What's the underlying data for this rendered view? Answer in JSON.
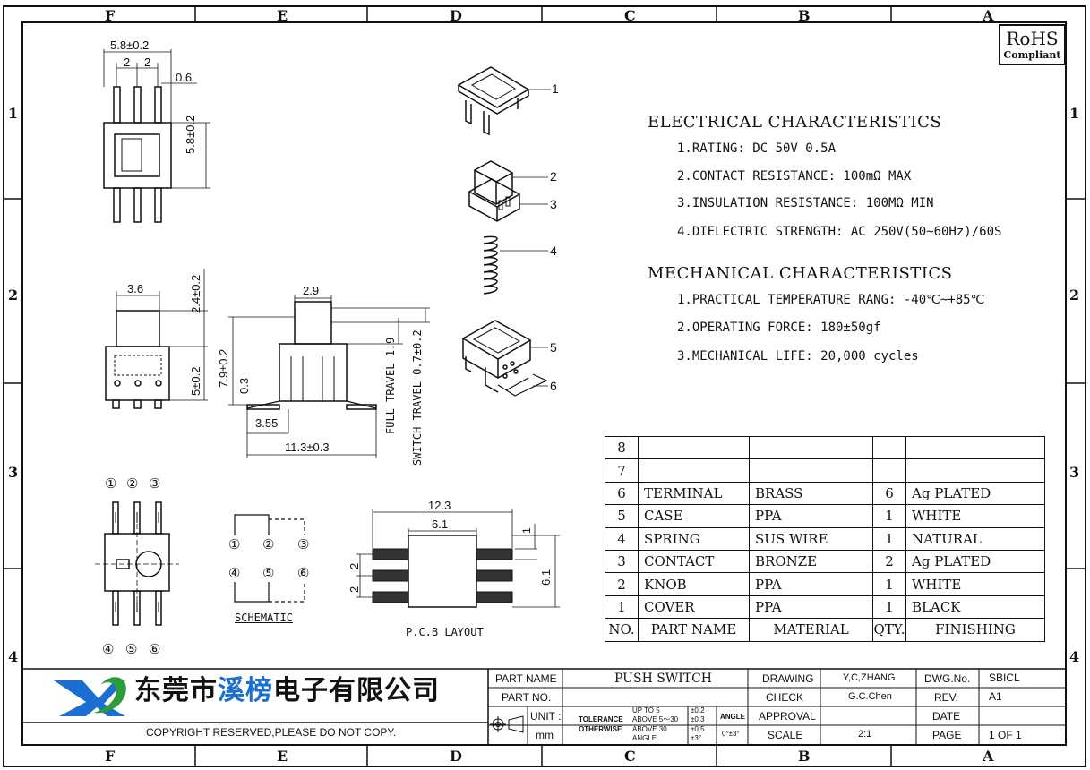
{
  "zones": {
    "columns": [
      "F",
      "E",
      "D",
      "C",
      "B",
      "A"
    ],
    "rows": [
      "1",
      "2",
      "3",
      "4"
    ]
  },
  "rohs": {
    "title": "RoHS",
    "subtitle": "Compliant"
  },
  "dims": {
    "top_width": "5.8±0.2",
    "pitch_left": "2",
    "pitch_right": "2",
    "pin_width": "0.6",
    "top_height": "5.8±0.2",
    "side_width": "3.6",
    "knob_height": "2.4±0.2",
    "body_height": "5±0.2",
    "front_knob": "2.9",
    "total_height": "7.9±0.2",
    "standoff": "0.3",
    "foot": "3.55",
    "span": "11.3±0.3",
    "full_travel": "FULL TRAVEL 1.9",
    "switch_travel": "SWITCH TRAVEL 0.7±0.2",
    "pcb_span": "12.3",
    "pcb_body": "6.1",
    "pcb_pad": "1",
    "pcb_pitch1": "2",
    "pcb_pitch2": "2",
    "pcb_height": "6.1"
  },
  "pins": {
    "top": [
      "①",
      "②",
      "③"
    ],
    "bottom": [
      "④",
      "⑤",
      "⑥"
    ]
  },
  "labels": {
    "schematic": "SCHEMATIC",
    "pcb_layout": "P.C.B LAYOUT"
  },
  "callouts": [
    "1",
    "2",
    "3",
    "4",
    "5",
    "6"
  ],
  "electrical": {
    "heading": "ELECTRICAL CHARACTERISTICS",
    "items": [
      "1.RATING: DC 50V 0.5A",
      "2.CONTACT RESISTANCE: 100mΩ MAX",
      "3.INSULATION RESISTANCE: 100MΩ MIN",
      "4.DIELECTRIC STRENGTH: AC 250V(50~60Hz)/60S"
    ]
  },
  "mechanical": {
    "heading": "MECHANICAL CHARACTERISTICS",
    "items": [
      "1.PRACTICAL TEMPERATURE RANG: -40℃~+85℃",
      "2.OPERATING FORCE: 180±50gf",
      "3.MECHANICAL LIFE: 20,000 cycles"
    ]
  },
  "bom": {
    "rows": [
      {
        "no": "8",
        "part": "",
        "material": "",
        "qty": "",
        "finishing": ""
      },
      {
        "no": "7",
        "part": "",
        "material": "",
        "qty": "",
        "finishing": ""
      },
      {
        "no": "6",
        "part": "TERMINAL",
        "material": "BRASS",
        "qty": "6",
        "finishing": "Ag PLATED"
      },
      {
        "no": "5",
        "part": "CASE",
        "material": "PPA",
        "qty": "1",
        "finishing": "WHITE"
      },
      {
        "no": "4",
        "part": "SPRING",
        "material": "SUS WIRE",
        "qty": "1",
        "finishing": "NATURAL"
      },
      {
        "no": "3",
        "part": "CONTACT",
        "material": "BRONZE",
        "qty": "2",
        "finishing": "Ag PLATED"
      },
      {
        "no": "2",
        "part": "KNOB",
        "material": "PPA",
        "qty": "1",
        "finishing": "WHITE"
      },
      {
        "no": "1",
        "part": "COVER",
        "material": "PPA",
        "qty": "1",
        "finishing": "BLACK"
      }
    ],
    "header": {
      "no": "NO.",
      "part": "PART NAME",
      "material": "MATERIAL",
      "qty": "QTY.",
      "finishing": "FINISHING"
    }
  },
  "company": {
    "name": "东莞市溪榜电子有限公司",
    "name_part1": "东莞市",
    "name_part2": "溪榜",
    "name_part3": "电子有限公司",
    "copyright": "COPYRIGHT RESERVED,PLEASE DO NOT COPY.",
    "accent": "#1a6fd1",
    "logo_green": "#2e9b3a"
  },
  "title_block": {
    "part_name_label": "PART NAME",
    "part_name": "PUSH SWITCH",
    "part_no_label": "PART NO.",
    "part_no": "",
    "unit_label": "UNIT :",
    "unit": "mm",
    "tolerance_label": "TOLERANCE",
    "otherwise_label": "OTHERWISE",
    "tol_up_to_5": "UP TO 5",
    "tol_above_5_30": "ABOVE 5～30",
    "tol_above_30": "ABOVE 30",
    "tol_angle_small": "ANGLE",
    "tol_v1": "±0.2",
    "tol_v2": "±0.3",
    "tol_v3": "±0.5",
    "tol_v4": "±3°",
    "angle_label": "ANGLE",
    "angle_value": "0°±3°",
    "drawing_label": "DRAWING",
    "drawing": "Y,C,ZHANG",
    "check_label": "CHECK",
    "check": "G.C.Chen",
    "approval_label": "APPROVAL",
    "approval": "",
    "scale_label": "SCALE",
    "scale": "2:1",
    "dwg_no_label": "DWG.No.",
    "dwg_no": "SBICL",
    "rev_label": "REV.",
    "rev": "A1",
    "date_label": "DATE",
    "date": "",
    "page_label": "PAGE",
    "page": "1 OF 1"
  }
}
